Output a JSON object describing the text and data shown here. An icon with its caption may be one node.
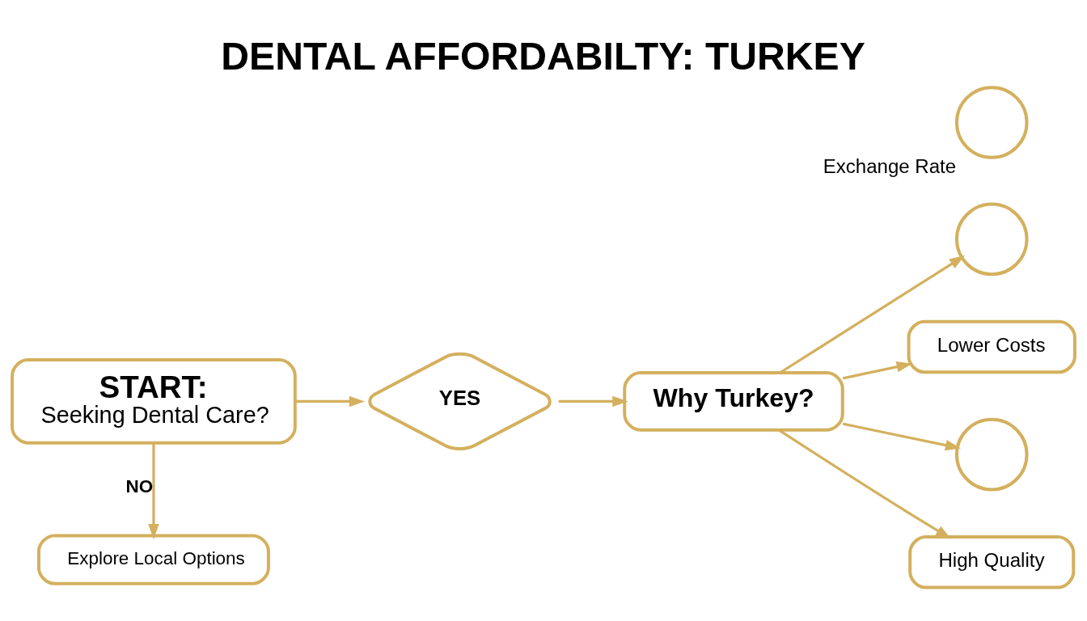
{
  "diagram": {
    "title": "DENTAL AFFORDABILTY: TURKEY",
    "nodes": [
      {
        "text": [
          "START:",
          "Seeking Dental Care?"
        ]
      },
      {
        "text": [
          "YES"
        ]
      },
      {
        "text": [
          "Why Turkey?"
        ]
      },
      {
        "text": [],
        "shape": "circle"
      },
      {
        "text": [
          "Lower Costs"
        ]
      },
      {
        "text": [],
        "shape": "circle"
      },
      {
        "text": [
          "High Quality"
        ]
      },
      {
        "text": [],
        "shape": "circle",
        "beside": [
          "Exchange Rate"
        ]
      },
      {
        "text": [
          "Explore Local Options"
        ]
      }
    ],
    "edges": [
      {
        "from": 0,
        "to": 1,
        "arrow": "to"
      },
      {
        "from": 1,
        "to": 2,
        "arrow": "to"
      },
      {
        "from": 2,
        "to": 3,
        "arrow": "to"
      },
      {
        "from": 2,
        "to": 4,
        "arrow": "to"
      },
      {
        "from": 2,
        "to": 5,
        "arrow": "to"
      },
      {
        "from": 2,
        "to": 6,
        "arrow": "to"
      },
      {
        "from": 0,
        "to": 8,
        "label": "NO",
        "arrow": "to"
      }
    ]
  }
}
